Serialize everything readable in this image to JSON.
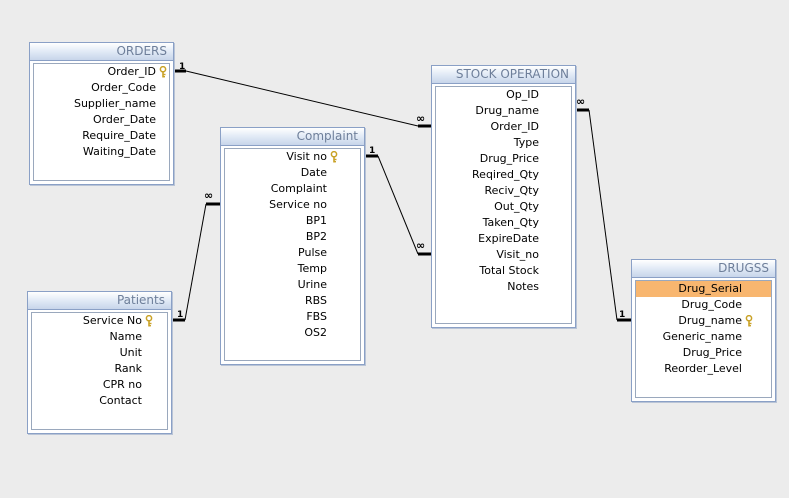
{
  "tables": {
    "orders": {
      "title": "ORDERS",
      "fields": [
        "Order_ID",
        "Order_Code",
        "Supplier_name",
        "Order_Date",
        "Require_Date",
        "Waiting_Date"
      ],
      "key_field": "Order_ID"
    },
    "complaint": {
      "title": "Complaint",
      "fields": [
        "Visit no",
        "Date",
        "Complaint",
        "Service no",
        "BP1",
        "BP2",
        "Pulse",
        "Temp",
        "Urine",
        "RBS",
        "FBS",
        "OS2"
      ],
      "key_field": "Visit no"
    },
    "stock_operation": {
      "title": "STOCK OPERATION",
      "fields": [
        "Op_ID",
        "Drug_name",
        "Order_ID",
        "Type",
        "Drug_Price",
        "Reqired_Qty",
        "Reciv_Qty",
        "Out_Qty",
        "Taken_Qty",
        "ExpireDate",
        "Visit_no",
        "Total Stock",
        "Notes"
      ],
      "key_field": ""
    },
    "patients": {
      "title": "Patients",
      "fields": [
        "Service No",
        "Name",
        "Unit",
        "Rank",
        "CPR no",
        "Contact"
      ],
      "key_field": "Service No"
    },
    "drugss": {
      "title": "DRUGSS",
      "fields": [
        "Drug_Serial",
        "Drug_Code",
        "Drug_name",
        "Generic_name",
        "Drug_Price",
        "Reorder_Level"
      ],
      "key_field": "Drug_name",
      "selected_field": "Drug_Serial"
    }
  },
  "relationships": [
    {
      "from": "ORDERS.Order_ID",
      "to": "STOCK OPERATION.Order_ID",
      "from_label": "1",
      "to_label": "∞"
    },
    {
      "from": "Complaint.Visit no",
      "to": "STOCK OPERATION.Visit_no",
      "from_label": "1",
      "to_label": "∞"
    },
    {
      "from": "Patients.Service No",
      "to": "Complaint.Service no",
      "from_label": "1",
      "to_label": "∞"
    },
    {
      "from": "DRUGSS.Drug_name",
      "to": "STOCK OPERATION.Drug_name",
      "from_label": "1",
      "to_label": "∞"
    }
  ],
  "colors": {
    "title_text": "#6e7f9a",
    "border": "#8aa0c6",
    "selected_row": "#f8b66f",
    "key_icon": "#c9a227",
    "line": "#000000"
  },
  "icons": {
    "primary_key": "key-icon"
  }
}
